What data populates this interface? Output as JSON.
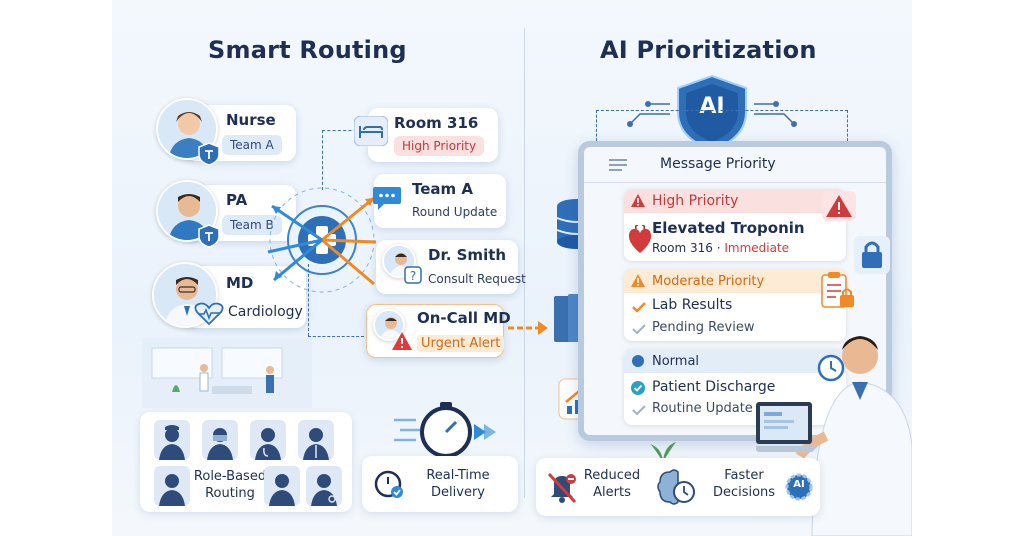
{
  "left_title": "Smart Routing",
  "right_title": "AI Prioritization",
  "roles": [
    {
      "name": "Nurse",
      "team": "Team A"
    },
    {
      "name": "PA",
      "team": "Team B"
    },
    {
      "name": "MD",
      "team": "Cardiology"
    }
  ],
  "routes": [
    {
      "title": "Room 316",
      "tag": "High Priority"
    },
    {
      "title": "Team A",
      "tag": "Round Update"
    },
    {
      "title": "Dr. Smith",
      "tag": "Consult Request"
    },
    {
      "title": "On-Call MD",
      "tag": "Urgent Alert"
    }
  ],
  "ai_badge": "AI",
  "panel": {
    "header": "Message Priority",
    "high": {
      "label": "High Priority",
      "title": "Elevated Troponin",
      "detail_prefix": "Room 316 · ",
      "detail_urgent": "Immediate"
    },
    "moderate": {
      "label": "Moderate Priority",
      "item": "Lab Results",
      "status": "Pending Review"
    },
    "normal": {
      "label": "Normal",
      "item": "Patient Discharge",
      "status": "Routine Update"
    }
  },
  "features": {
    "role_based": "Role-Based\nRouting",
    "real_time": "Real-Time\nDelivery",
    "reduced": "Reduced\nAlerts",
    "faster": "Faster\nDecisions",
    "ai_icon": "AI"
  },
  "colors": {
    "navy": "#1d2f55",
    "blue": "#2f6fb8",
    "red": "#d23b3b",
    "orange": "#f08a24",
    "green": "#2aa876"
  }
}
